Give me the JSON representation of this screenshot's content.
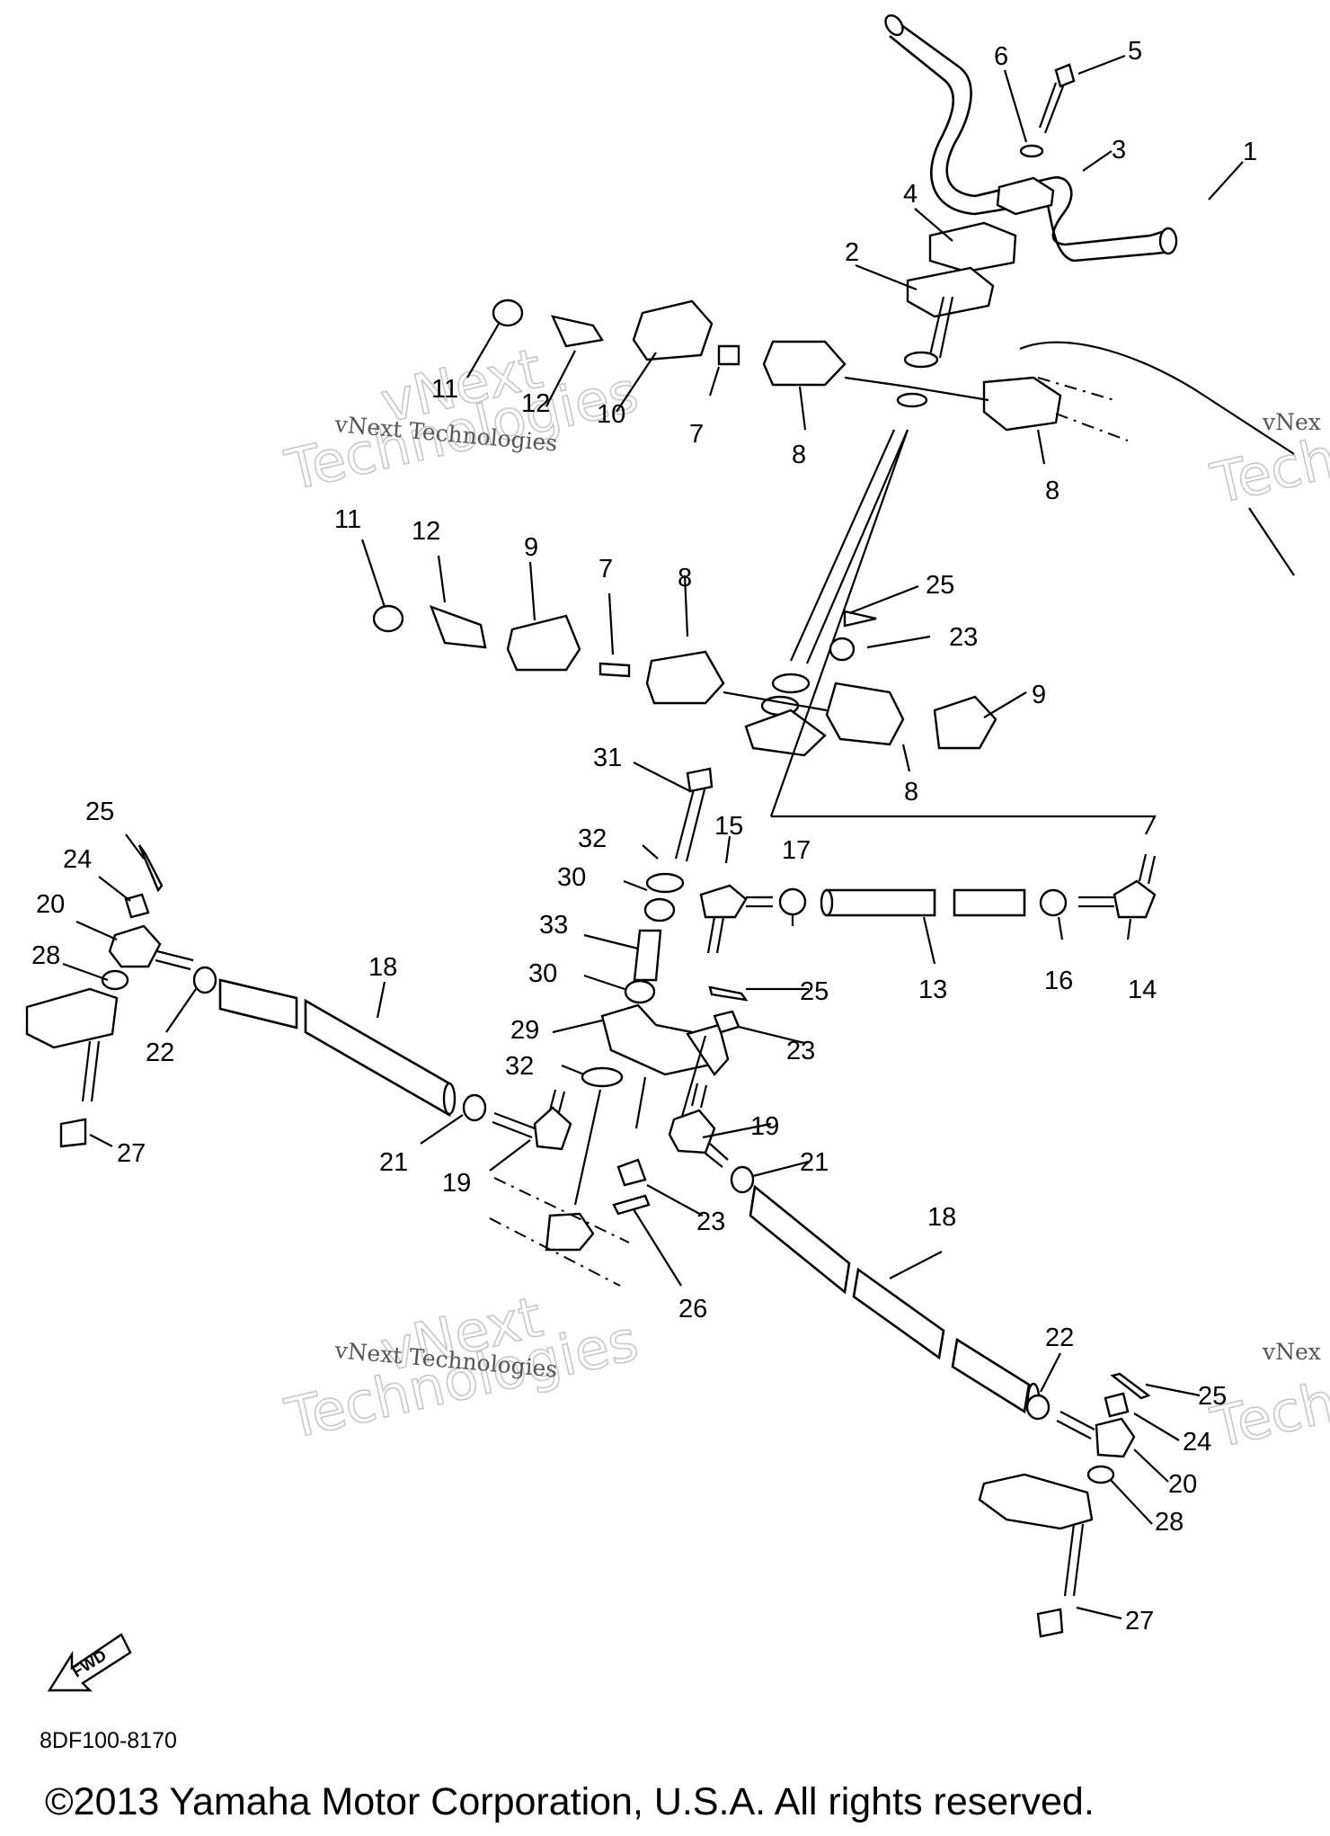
{
  "diagram_code": "8DF100-8170",
  "copyright": "©2013 Yamaha Motor Corporation, U.S.A. All rights reserved.",
  "fwd_label": "FWD",
  "watermark": {
    "line1": "vNext Technologies",
    "line2a": "vNext",
    "line2b": "Technologies",
    "edge": "vNex",
    "edge2": "Tech"
  },
  "callouts": [
    "1",
    "2",
    "3",
    "4",
    "5",
    "6",
    "7",
    "7",
    "8",
    "8",
    "8",
    "8",
    "9",
    "9",
    "10",
    "11",
    "11",
    "12",
    "12",
    "13",
    "14",
    "15",
    "16",
    "17",
    "18",
    "18",
    "19",
    "19",
    "20",
    "20",
    "21",
    "21",
    "22",
    "22",
    "23",
    "23",
    "23",
    "24",
    "24",
    "25",
    "25",
    "25",
    "25",
    "26",
    "27",
    "27",
    "28",
    "28",
    "29",
    "30",
    "30",
    "31",
    "32",
    "32",
    "33"
  ],
  "colors": {
    "ink": "#000000",
    "watermark": "#c8c8c8",
    "background": "#ffffff"
  }
}
